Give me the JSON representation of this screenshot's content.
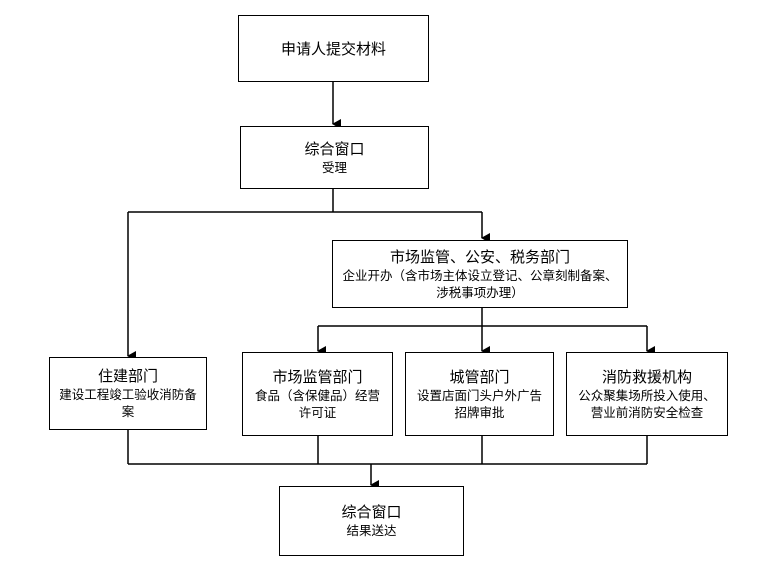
{
  "nodes": {
    "submit": {
      "title": "申请人提交材料"
    },
    "window_accept": {
      "title": "综合窗口",
      "sub": "受理"
    },
    "market_public_tax": {
      "title": "市场监管、公安、税务部门",
      "sub": "企业开办（含市场主体设立登记、公章刻制备案、涉税事项办理）"
    },
    "housing": {
      "title": "住建部门",
      "sub": "建设工程竣工验收消防备案"
    },
    "market_food": {
      "title": "市场监管部门",
      "sub": "食品（含保健品）经营许可证"
    },
    "urban": {
      "title": "城管部门",
      "sub": "设置店面门头户外广告招牌审批"
    },
    "fire": {
      "title": "消防救援机构",
      "sub": "公众聚集场所投入使用、营业前消防安全检查"
    },
    "window_result": {
      "title": "综合窗口",
      "sub": "结果送达"
    }
  }
}
